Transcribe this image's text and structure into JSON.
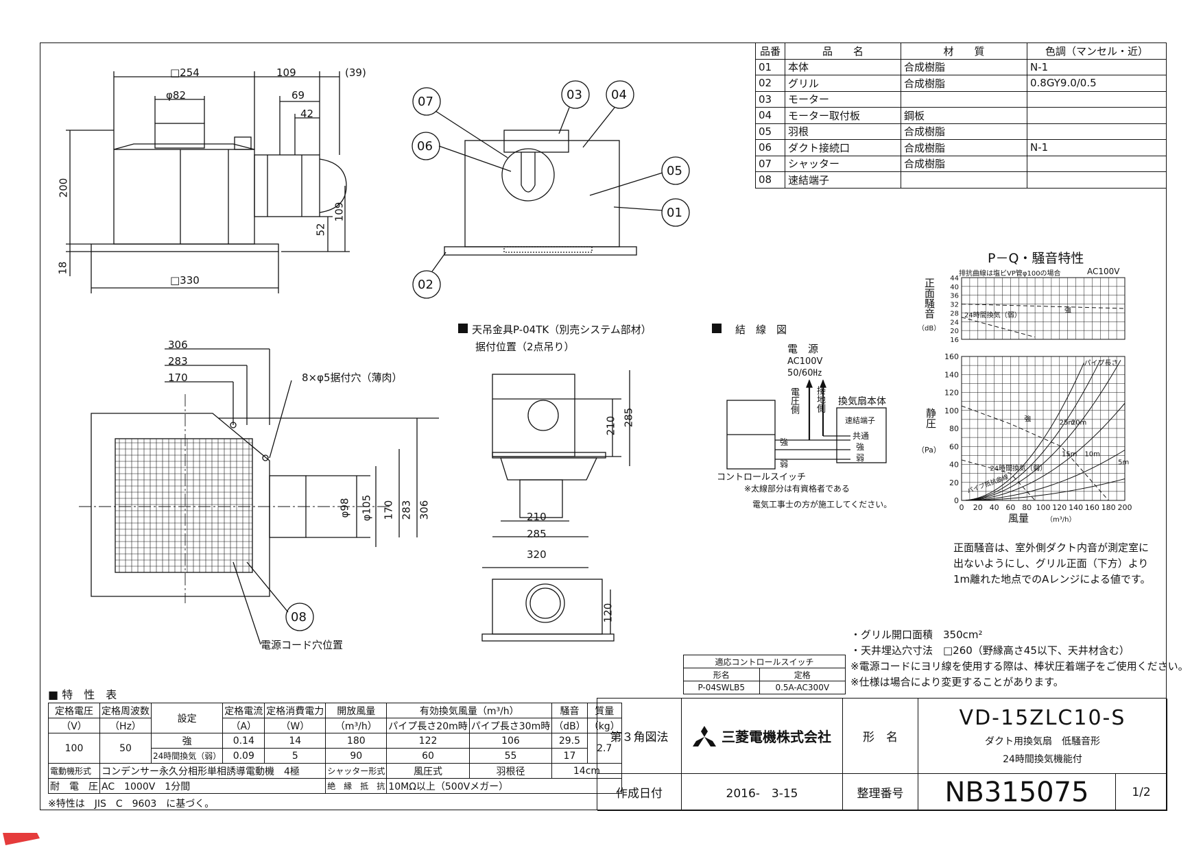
{
  "parts": {
    "headers": [
      "品番",
      "品　　名",
      "材　　質",
      "色調（マンセル・近）"
    ],
    "rows": [
      [
        "01",
        "本体",
        "合成樹脂",
        "N-1"
      ],
      [
        "02",
        "グリル",
        "合成樹脂",
        "0.8GY9.0/0.5"
      ],
      [
        "03",
        "モーター",
        "",
        ""
      ],
      [
        "04",
        "モーター取付板",
        "鋼板",
        ""
      ],
      [
        "05",
        "羽根",
        "合成樹脂",
        ""
      ],
      [
        "06",
        "ダクト接続口",
        "合成樹脂",
        "N-1"
      ],
      [
        "07",
        "シャッター",
        "合成樹脂",
        ""
      ],
      [
        "08",
        "速結端子",
        "",
        ""
      ]
    ]
  },
  "drawings": {
    "top_dims": {
      "d254": "□254",
      "d109": "109",
      "d39": "(39)",
      "d82": "φ82",
      "d69": "69",
      "d42": "42",
      "d200": "200",
      "d52": "52",
      "d109v": "109",
      "d18": "18",
      "d330": "□330"
    },
    "callouts": [
      "07",
      "03",
      "04",
      "06",
      "05",
      "01",
      "02",
      "08"
    ],
    "bottom_dims": {
      "d306": "306",
      "d283": "283",
      "d170": "170",
      "holes": "8×φ5据付穴（薄肉）",
      "d98": "φ98",
      "d105": "φ105",
      "d170v": "170",
      "d283v": "283",
      "d306v": "306",
      "cord": "電源コード穴位置"
    },
    "hanger": {
      "title": "天吊金具P-04TK（別売システム部材）",
      "sub": "据付位置（2点吊り）",
      "d210v": "210",
      "d285v": "285",
      "d210": "210",
      "d285": "285",
      "d320": "320",
      "d120": "120"
    },
    "wiring": {
      "title": "結　線　図",
      "power": "電　源",
      "ac": "AC100V",
      "hz": "50/60㎐",
      "live": "電圧側",
      "ground": "接地側",
      "unit": "換気扇本体",
      "terminal": "速結端子",
      "common": "共通",
      "strong": "強",
      "weak": "弱",
      "sw_strong": "強",
      "sw_weak": "弱",
      "switch": "コントロールスイッチ",
      "note1": "※太線部分は有資格者である",
      "note2": "電気工事士の方が施工してください。"
    }
  },
  "chart_data": {
    "type": "line",
    "title": "P－Q・騒音特性",
    "noise": {
      "ylabel": "正面騒音",
      "yunit": "（dB）",
      "condition": "排抗曲線は塩ビVP管φ100の場合",
      "power": "AC100V",
      "yticks": [
        16,
        20,
        24,
        28,
        32,
        36,
        40,
        44
      ],
      "series": [
        {
          "name": "強",
          "x": [
            0,
            200
          ],
          "y": [
            32,
            30
          ]
        },
        {
          "name": "24時間換気（弱）",
          "x": [
            0,
            90
          ],
          "y": [
            26,
            17
          ]
        }
      ]
    },
    "pq": {
      "ylabel": "静圧",
      "yunit": "（Pa）",
      "xlabel": "風量",
      "xunit": "（m³/h）",
      "xticks": [
        0,
        20,
        40,
        60,
        80,
        100,
        120,
        140,
        160,
        180,
        200
      ],
      "yticks": [
        0,
        20,
        40,
        60,
        80,
        100,
        120,
        140,
        160
      ],
      "series": [
        {
          "name": "強",
          "x": [
            0,
            60,
            122,
            180
          ],
          "y": [
            105,
            85,
            60,
            0
          ]
        },
        {
          "name": "24時間換気（弱）",
          "x": [
            0,
            60,
            90
          ],
          "y": [
            45,
            30,
            0
          ]
        }
      ],
      "pipe_curves": [
        {
          "name": "25m",
          "k": 0.0068
        },
        {
          "name": "20m",
          "k": 0.0054
        },
        {
          "name": "15m",
          "k": 0.0041
        },
        {
          "name": "10m",
          "k": 0.0027
        },
        {
          "name": "5m",
          "k": 0.0014
        }
      ],
      "pipe_label": "パイプ長さ",
      "pipe_zero": "パイプ抵抗曲線"
    },
    "note": [
      "正面騒音は、室外側ダクト内音が測定室に",
      "出ないようにし、グリル正面（下方）より",
      "1m離れた地点でのAレンジによる値です。"
    ]
  },
  "notes": [
    "・グリル開口面積　350cm²",
    "・天井埋込穴寸法　□260（野縁高さ45以下、天井材含む）",
    "※電源コードにヨリ線を使用する際は、棒状圧着端子をご使用ください。",
    "※仕様は場合により変更することがあります。"
  ],
  "control": {
    "title": "適応コントロールスイッチ",
    "h1": "形名",
    "h2": "定格",
    "model": "P-04SWLB5",
    "rating": "0.5A-AC300V"
  },
  "spec": {
    "title": "■ 特　性　表",
    "h": [
      "定格電圧",
      "定格周波数",
      "設定",
      "定格電流",
      "定格消費電力",
      "開放風量",
      "有効換気風量（m³/h）",
      "騒音",
      "質量"
    ],
    "u": [
      "（V）",
      "（Hz）",
      "（A）",
      "（W）",
      "（m³/h）",
      "パイプ長さ20m時",
      "パイプ長さ30m時",
      "（dB）",
      "（kg）"
    ],
    "v": "100",
    "f": "50",
    "mass": "2.7",
    "r1": [
      "強",
      "0.14",
      "14",
      "180",
      "122",
      "106",
      "29.5"
    ],
    "r2": [
      "24時間換気（弱）",
      "0.09",
      "5",
      "90",
      "60",
      "55",
      "17"
    ],
    "motor_l": "電動機形式",
    "motor": "コンデンサー永久分相形単相誘導電動機　4極",
    "shutter_l": "シャッター形式",
    "shutter": "風圧式",
    "blade_l": "羽根径",
    "blade": "14cm",
    "volt_l": "耐　電　圧",
    "volt": "AC　1000V　1分間",
    "ins_l": "絶　縁　抵　抗",
    "ins": "10MΩ以上（500Vメガー）",
    "footer": "※特性は　JIS　C　9603　に基づく。"
  },
  "title_block": {
    "method": "第３角図法",
    "company": "三菱電機株式会社",
    "name_l": "形　名",
    "model": "VD-15ZLC10-S",
    "desc1": "ダクト用換気扇　低騒音形",
    "desc2": "24時間換気機能付",
    "date_l": "作成日付",
    "date": "2016-　3-15",
    "no_l": "整理番号",
    "no": "NB315075",
    "page": "1/2"
  }
}
